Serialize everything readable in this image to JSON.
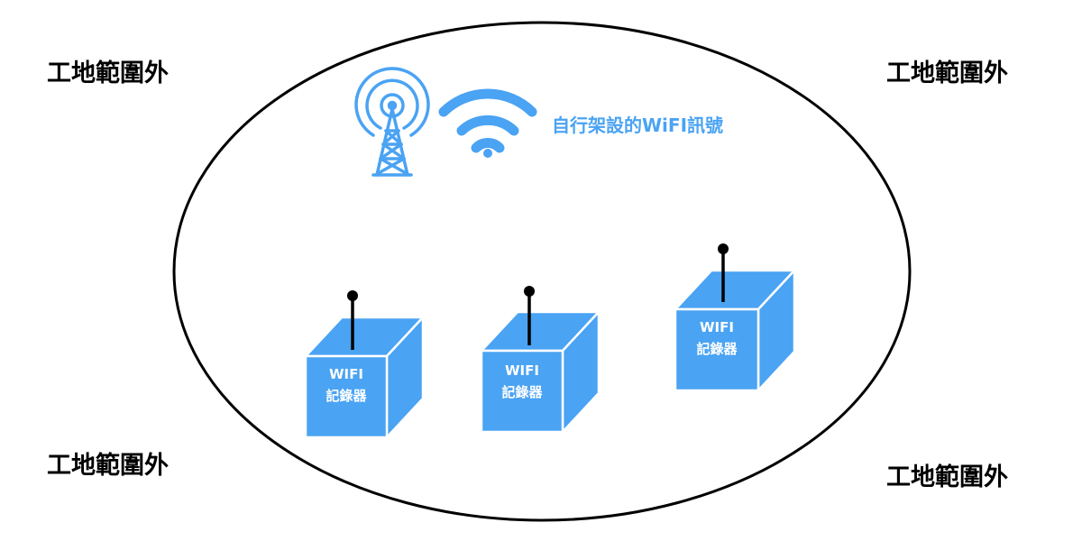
{
  "outside_labels": {
    "top_left": "工地範圍外",
    "top_right": "工地範圍外",
    "bottom_left": "工地範圍外",
    "bottom_right": "工地範圍外"
  },
  "wifi_caption": "自行架設的WiFI訊號",
  "recorders": [
    {
      "line1": "WIFI",
      "line2": "記錄器"
    },
    {
      "line1": "WIFI",
      "line2": "記錄器"
    },
    {
      "line1": "WIFI",
      "line2": "記錄器"
    }
  ],
  "colors": {
    "accent": "#4aa3f3",
    "outline": "#000000"
  },
  "icons": [
    "antenna-tower-icon",
    "wifi-signal-icon"
  ]
}
